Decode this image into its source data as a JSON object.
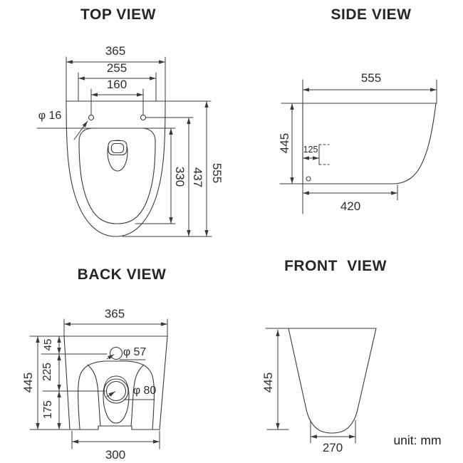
{
  "unit_label": "unit: mm",
  "views": {
    "top": {
      "title": "TOP VIEW",
      "dim_width": "365",
      "dim_seat_width": "255",
      "dim_bolt_spacing": "160",
      "dim_bolt_hole_diameter": "φ 16",
      "dim_seat_length": "330",
      "dim_bowl_length": "437",
      "dim_total_length": "555"
    },
    "side": {
      "title": "SIDE VIEW",
      "dim_depth": "555",
      "dim_height": "445",
      "dim_bracket_offset": "125",
      "dim_base_depth": "420"
    },
    "back": {
      "title": "BACK VIEW",
      "dim_width": "365",
      "dim_height": "445",
      "dim_top_to_inlet": "45",
      "dim_inlet_to_outlet": "225",
      "dim_outlet_to_base": "175",
      "dim_inlet_diameter": "φ 57",
      "dim_outlet_diameter": "φ 80",
      "dim_base_width": "300"
    },
    "front": {
      "title": "FRONT VIEW",
      "dim_height": "445",
      "dim_base_width": "270"
    }
  },
  "line_color": "#3a3a3a"
}
